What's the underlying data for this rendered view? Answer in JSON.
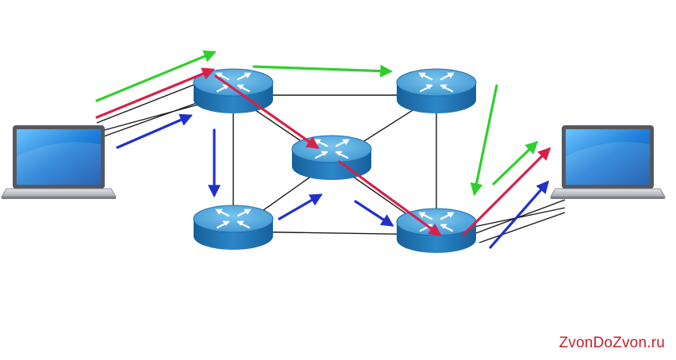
{
  "watermark": {
    "text": "ZvonDoZvon.ru",
    "color": "#c8202a"
  },
  "colors": {
    "link": "#1a1a1a",
    "router_top": "#4aa3d8",
    "router_side": "#1f6fab",
    "router_arrow": "#ffffff",
    "laptop_frame": "#6b6e74",
    "laptop_screen": "#2f8fe0",
    "arrow_green": "#2fcf2f",
    "arrow_red": "#d8204a",
    "arrow_blue": "#2030c8"
  },
  "nodes": [
    {
      "id": "laptop-left",
      "kind": "laptop"
    },
    {
      "id": "laptop-right",
      "kind": "laptop"
    },
    {
      "id": "router-top-left",
      "kind": "router"
    },
    {
      "id": "router-top-right",
      "kind": "router"
    },
    {
      "id": "router-center",
      "kind": "router"
    },
    {
      "id": "router-bottom-left",
      "kind": "router"
    },
    {
      "id": "router-bottom-right",
      "kind": "router"
    }
  ],
  "links": [
    [
      "laptop-left",
      "router-top-left"
    ],
    [
      "router-top-left",
      "router-top-right"
    ],
    [
      "router-top-left",
      "router-center"
    ],
    [
      "router-top-left",
      "router-bottom-left"
    ],
    [
      "router-top-right",
      "router-center"
    ],
    [
      "router-top-right",
      "router-bottom-right"
    ],
    [
      "router-center",
      "router-bottom-left"
    ],
    [
      "router-center",
      "router-bottom-right"
    ],
    [
      "router-bottom-left",
      "router-bottom-right"
    ],
    [
      "router-bottom-right",
      "laptop-right"
    ]
  ],
  "routes": [
    {
      "color": "green",
      "path": [
        "laptop-left",
        "router-top-left",
        "router-top-right",
        "router-bottom-right",
        "laptop-right"
      ]
    },
    {
      "color": "red",
      "path": [
        "laptop-left",
        "router-top-left",
        "router-center",
        "router-bottom-right",
        "laptop-right"
      ]
    },
    {
      "color": "blue",
      "path": [
        "laptop-left",
        "router-top-left",
        "router-bottom-left",
        "router-center",
        "router-bottom-right",
        "laptop-right"
      ]
    }
  ]
}
